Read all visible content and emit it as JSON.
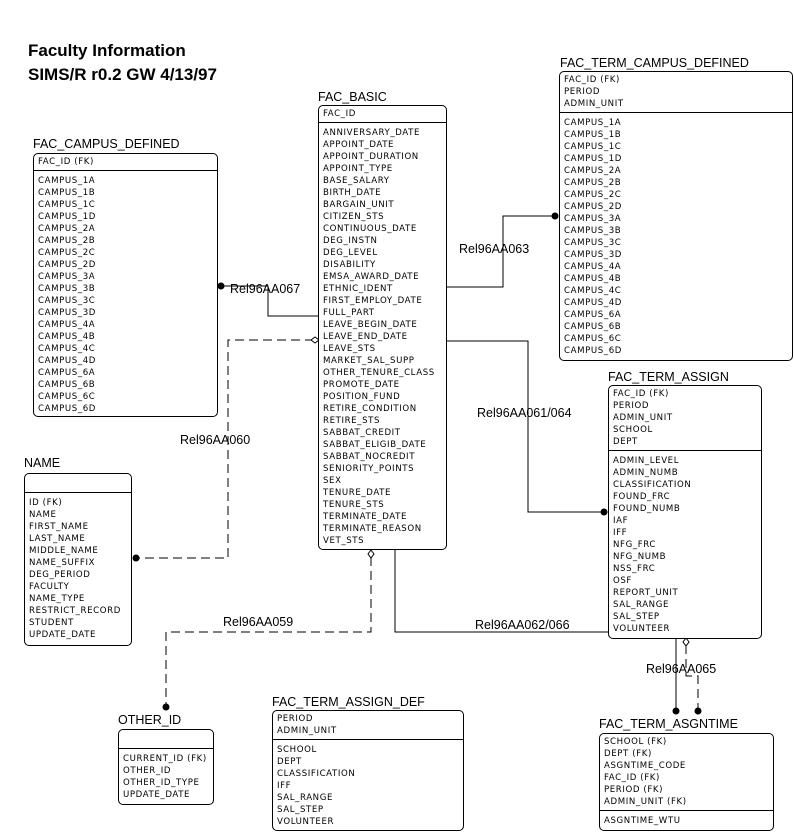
{
  "diagram": {
    "title_line1": "Faculty Information",
    "title_line2": "SIMS/R r0.2    GW 4/13/97"
  },
  "entities": {
    "fac_basic": {
      "name": "FAC_BASIC",
      "keys": [
        "FAC_ID"
      ],
      "attrs": [
        "ANNIVERSARY_DATE",
        "APPOINT_DATE",
        "APPOINT_DURATION",
        "APPOINT_TYPE",
        "BASE_SALARY",
        "BIRTH_DATE",
        "BARGAIN_UNIT",
        "CITIZEN_STS",
        "CONTINUOUS_DATE",
        "DEG_INSTN",
        "DEG_LEVEL",
        "DISABILITY",
        "EMSA_AWARD_DATE",
        "ETHNIC_IDENT",
        "FIRST_EMPLOY_DATE",
        "FULL_PART",
        "LEAVE_BEGIN_DATE",
        "LEAVE_END_DATE",
        "LEAVE_STS",
        "MARKET_SAL_SUPP",
        "OTHER_TENURE_CLASS",
        "PROMOTE_DATE",
        "POSITION_FUND",
        "RETIRE_CONDITION",
        "RETIRE_STS",
        "SABBAT_CREDIT",
        "SABBAT_ELIGIB_DATE",
        "SABBAT_NOCREDIT",
        "SENIORITY_POINTS",
        "SEX",
        "TENURE_DATE",
        "TENURE_STS",
        "TERMINATE_DATE",
        "TERMINATE_REASON",
        "VET_STS"
      ]
    },
    "fac_campus_defined": {
      "name": "FAC_CAMPUS_DEFINED",
      "keys": [
        "FAC_ID (FK)"
      ],
      "attrs": [
        "CAMPUS_1A",
        "CAMPUS_1B",
        "CAMPUS_1C",
        "CAMPUS_1D",
        "CAMPUS_2A",
        "CAMPUS_2B",
        "CAMPUS_2C",
        "CAMPUS_2D",
        "CAMPUS_3A",
        "CAMPUS_3B",
        "CAMPUS_3C",
        "CAMPUS_3D",
        "CAMPUS_4A",
        "CAMPUS_4B",
        "CAMPUS_4C",
        "CAMPUS_4D",
        "CAMPUS_6A",
        "CAMPUS_6B",
        "CAMPUS_6C",
        "CAMPUS_6D"
      ]
    },
    "fac_term_campus_defined": {
      "name": "FAC_TERM_CAMPUS_DEFINED",
      "keys": [
        "FAC_ID (FK)",
        "PERIOD",
        "ADMIN_UNIT"
      ],
      "attrs": [
        "CAMPUS_1A",
        "CAMPUS_1B",
        "CAMPUS_1C",
        "CAMPUS_1D",
        "CAMPUS_2A",
        "CAMPUS_2B",
        "CAMPUS_2C",
        "CAMPUS_2D",
        "CAMPUS_3A",
        "CAMPUS_3B",
        "CAMPUS_3C",
        "CAMPUS_3D",
        "CAMPUS_4A",
        "CAMPUS_4B",
        "CAMPUS_4C",
        "CAMPUS_4D",
        "CAMPUS_6A",
        "CAMPUS_6B",
        "CAMPUS_6C",
        "CAMPUS_6D"
      ]
    },
    "fac_term_assign": {
      "name": "FAC_TERM_ASSIGN",
      "keys": [
        "FAC_ID (FK)",
        "PERIOD",
        "ADMIN_UNIT",
        "SCHOOL",
        "DEPT"
      ],
      "attrs": [
        "ADMIN_LEVEL",
        "ADMIN_NUMB",
        "CLASSIFICATION",
        "FOUND_FRC",
        "FOUND_NUMB",
        "IAF",
        "IFF",
        "NFG_FRC",
        "NFG_NUMB",
        "NSS_FRC",
        "OSF",
        "REPORT_UNIT",
        "SAL_RANGE",
        "SAL_STEP",
        "VOLUNTEER"
      ]
    },
    "name": {
      "name": "NAME",
      "keys": [],
      "attrs": [
        "ID (FK)",
        "NAME",
        "FIRST_NAME",
        "LAST_NAME",
        "MIDDLE_NAME",
        "NAME_SUFFIX",
        "DEG_PERIOD",
        "FACULTY",
        "NAME_TYPE",
        "RESTRICT_RECORD",
        "STUDENT",
        "UPDATE_DATE"
      ]
    },
    "other_id": {
      "name": "OTHER_ID",
      "keys": [],
      "attrs": [
        "CURRENT_ID (FK)",
        "OTHER_ID",
        "OTHER_ID_TYPE",
        "UPDATE_DATE"
      ]
    },
    "fac_term_assign_def": {
      "name": "FAC_TERM_ASSIGN_DEF",
      "keys": [
        "PERIOD",
        "ADMIN_UNIT"
      ],
      "attrs": [
        "SCHOOL",
        "DEPT",
        "CLASSIFICATION",
        "IFF",
        "SAL_RANGE",
        "SAL_STEP",
        "VOLUNTEER"
      ]
    },
    "fac_term_asgntime": {
      "name": "FAC_TERM_ASGNTIME",
      "keys": [
        "SCHOOL (FK)",
        "DEPT (FK)",
        "ASGNTIME_CODE",
        "FAC_ID (FK)",
        "PERIOD (FK)",
        "ADMIN_UNIT (FK)"
      ],
      "attrs": [
        "ASGNTIME_WTU"
      ]
    }
  },
  "relationships": {
    "r067": "Rel96AA067",
    "r063": "Rel96AA063",
    "r061_064": "Rel96AA061/064",
    "r060": "Rel96AA060",
    "r059": "Rel96AA059",
    "r062_066": "Rel96AA062/066",
    "r065": "Rel96AA065"
  }
}
